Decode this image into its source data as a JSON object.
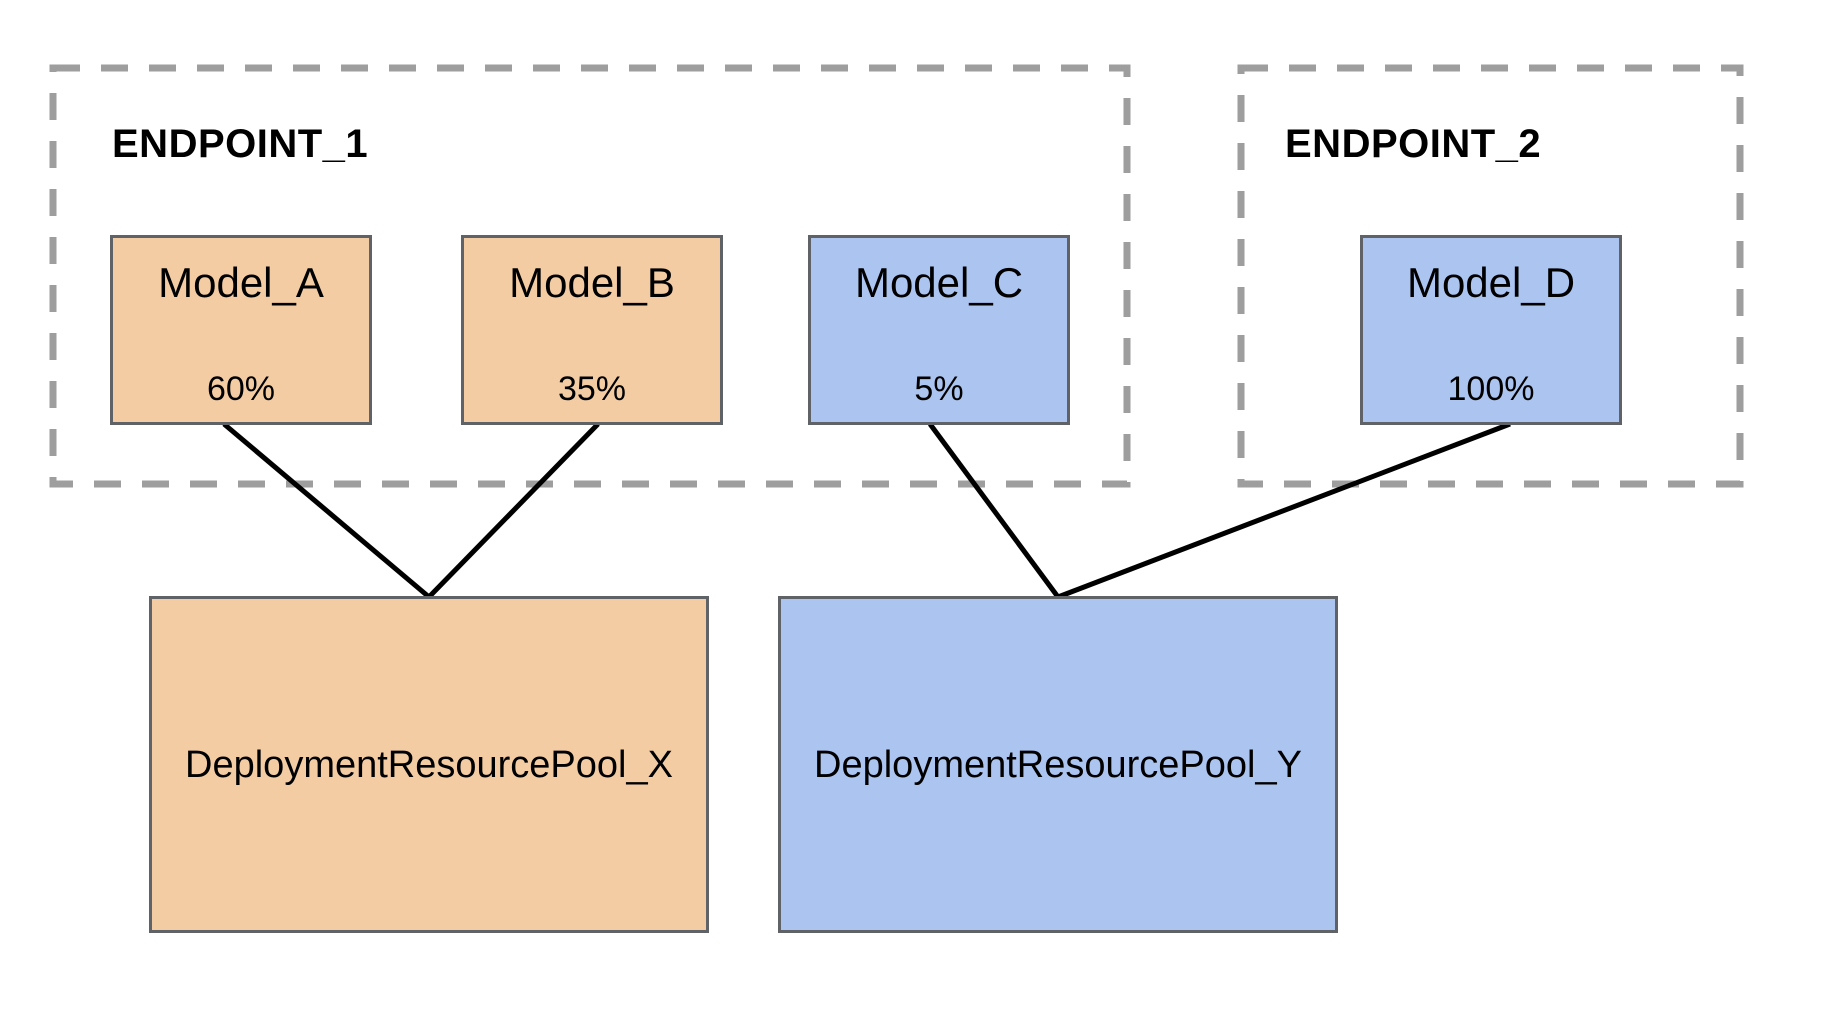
{
  "diagram": {
    "endpoints": [
      {
        "title": "ENDPOINT_1",
        "models": [
          {
            "name": "Model_A",
            "traffic_split": "60%"
          },
          {
            "name": "Model_B",
            "traffic_split": "35%"
          },
          {
            "name": "Model_C",
            "traffic_split": "5%"
          }
        ]
      },
      {
        "title": "ENDPOINT_2",
        "models": [
          {
            "name": "Model_D",
            "traffic_split": "100%"
          }
        ]
      }
    ],
    "resource_pools": [
      {
        "name": "DeploymentResourcePool_X"
      },
      {
        "name": "DeploymentResourcePool_Y"
      }
    ],
    "colors": {
      "pool_x_fill": "#F4CCA3",
      "pool_y_fill": "#ABC4F0",
      "box_border": "#5F6368",
      "dashed_border": "#9E9E9E",
      "connector": "#000000",
      "text": "#000000",
      "background": "#FFFFFF"
    }
  }
}
